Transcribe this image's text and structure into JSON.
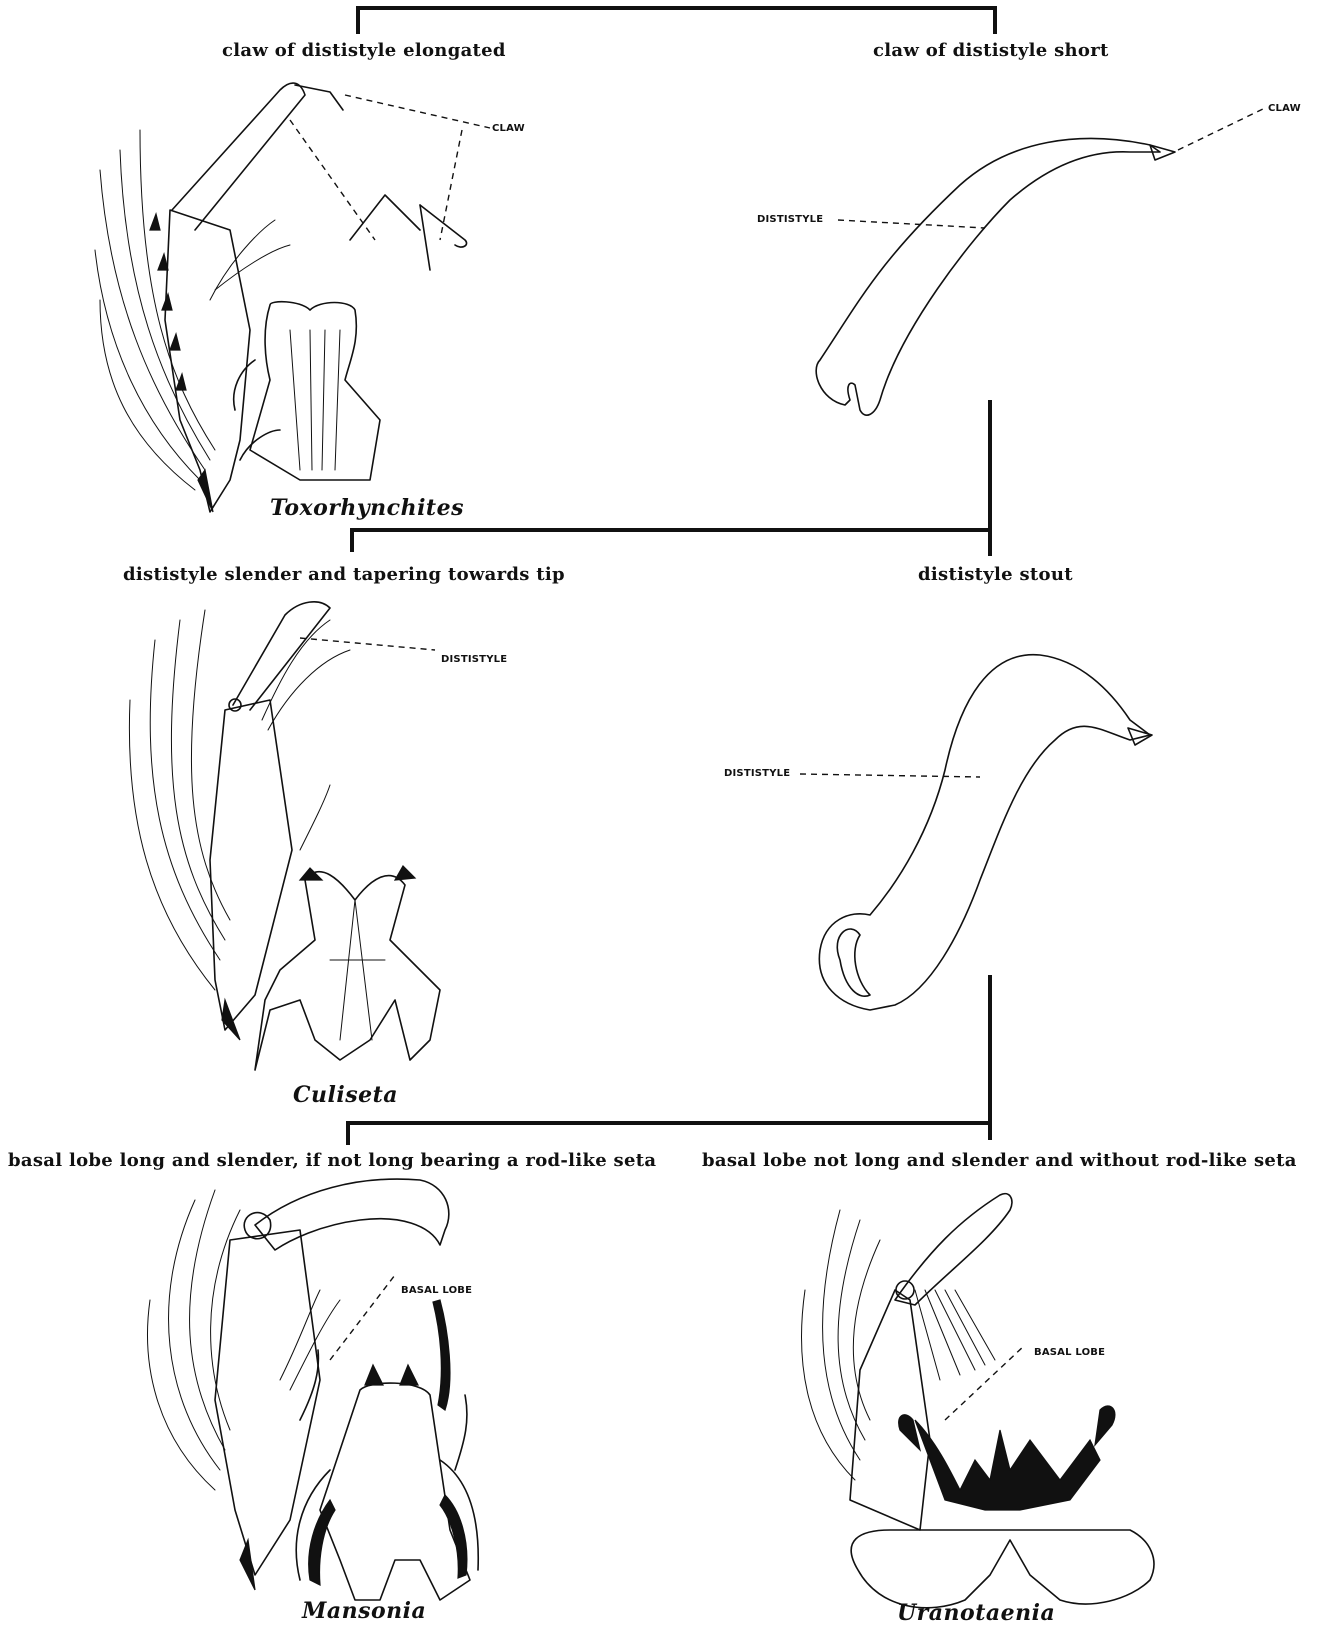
{
  "couplets": [
    {
      "left": "claw of dististyle elongated",
      "right": "claw of dististyle short"
    },
    {
      "left": "dististyle slender and tapering towards tip",
      "right": "dististyle stout"
    },
    {
      "left": "basal lobe long and slender, if not long bearing a rod-like seta",
      "right": "basal lobe not long and slender and without rod-like seta"
    }
  ],
  "labels": {
    "claw_left": "CLAW",
    "claw_right": "CLAW",
    "dististyle_1": "DISTISTYLE",
    "dististyle_2": "DISTISTYLE",
    "dististyle_3": "DISTISTYLE",
    "basal_lobe_left": "BASAL LOBE",
    "basal_lobe_right": "BASAL LOBE"
  },
  "genera": [
    "Toxorhynchites",
    "Culiseta",
    "Mansonia",
    "Uranotaenia"
  ]
}
